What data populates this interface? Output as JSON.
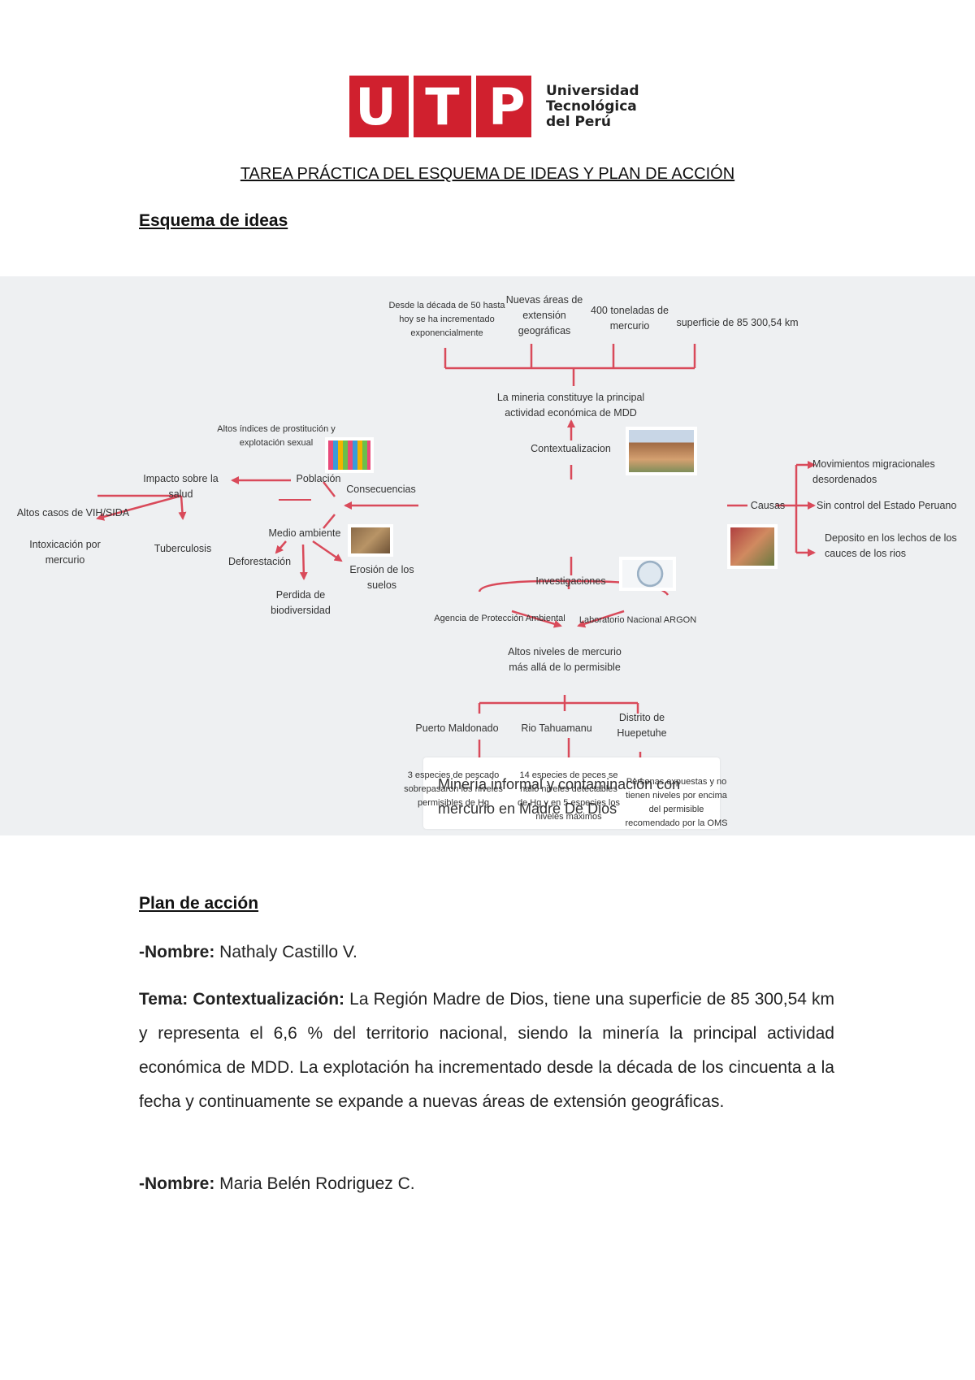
{
  "logo": {
    "letters": [
      "U",
      "T",
      "P"
    ],
    "line1": "Universidad",
    "line2": "Tecnológica",
    "line3": "del Perú"
  },
  "doc_title": "TAREA PRÁCTICA DEL ESQUEMA DE IDEAS Y PLAN DE ACCIÓN",
  "section_esquema": "Esquema de ideas",
  "map": {
    "central": "Minería informal y contaminación con mercurio en  Madre De Dios",
    "context": {
      "label": "Contextualizacion",
      "main": "La mineria constituye la principal actividad económica de MDD",
      "items": [
        "Desde la década de 50 hasta hoy se ha incrementado exponencialmente",
        "Nuevas áreas de extensión geográficas",
        "400 toneladas de mercurio",
        "superficie de 85 300,54 km"
      ]
    },
    "consequences": {
      "label": "Consecuencias",
      "poblacion": "Población",
      "prostitucion": "Altos índices de prostitución y explotación sexual",
      "impacto": "Impacto sobre la salud",
      "vih": "Altos casos de VIH/SIDA",
      "intoxicacion": "Intoxicación por mercurio",
      "tuberculosis": "Tuberculosis",
      "medio": "Medio ambiente",
      "deforestacion": "Deforestación",
      "erosion": "Erosión de los suelos",
      "perdida": "Perdida de biodiversidad"
    },
    "causes": {
      "label": "Causas",
      "items": [
        "Movimientos migracionales desordenados",
        "Sin control del Estado Peruano",
        "Deposito en los lechos de los cauces de los rios"
      ]
    },
    "research": {
      "label": "Investigaciones",
      "agencia": "Agencia de Protección Ambiental",
      "laboratorio": "Laboratorio Nacional ARGON",
      "altos": "Altos niveles de mercurio más allá de lo permisible",
      "places": [
        {
          "name": "Puerto Maldonado",
          "detail": "3 especies de pescado sobrepasaron los niveles permisibles de Hg"
        },
        {
          "name": "Rio Tahuamanu",
          "detail": "14 especies de peces se halló niveles detectables de Hg y en 5 especies los niveles máximos"
        },
        {
          "name": "Distrito de Huepetuhe",
          "detail": "Personas expuestas y no tienen niveles por encima del permisible recomendado por la OMS"
        }
      ]
    },
    "colors": {
      "line": "#d94a5a",
      "background": "#eef0f2"
    }
  },
  "section_plan": "Plan de acción",
  "entries": [
    {
      "name_label": "-Nombre:",
      "name": " Nathaly Castillo V."
    },
    {
      "tema_label": "Tema: Contextualización:",
      "text": " La Región Madre de Dios, tiene una superficie de 85 300,54 km y representa el 6,6 % del territorio nacional, siendo la minería la principal actividad económica de MDD. La explotación ha incrementado desde la década de los cincuenta a la fecha y continuamente se expande a nuevas áreas de extensión geográficas."
    },
    {
      "name_label": "-Nombre:",
      "name": " Maria Belén Rodriguez C."
    }
  ]
}
